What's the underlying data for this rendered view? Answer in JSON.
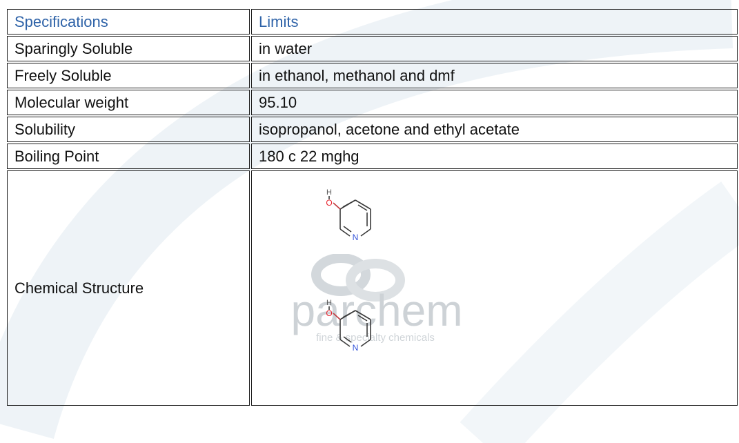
{
  "table": {
    "headers": [
      "Specifications",
      "Limits"
    ],
    "rows": [
      {
        "spec": "Sparingly Soluble",
        "limit": "in water"
      },
      {
        "spec": "Freely Soluble",
        "limit": "in ethanol, methanol and dmf"
      },
      {
        "spec": "Molecular weight",
        "limit": "95.10"
      },
      {
        "spec": "Solubility",
        "limit": "isopropanol, acetone and ethyl acetate"
      },
      {
        "spec": "Boiling Point",
        "limit": "180 c 22 mghg"
      }
    ],
    "structure_label": "Chemical Structure"
  },
  "structure": {
    "atom_oxygen": "O",
    "atom_hydrogen": "H",
    "atom_nitrogen": "N"
  },
  "watermark": {
    "brand": "parchem",
    "tagline": "fine & specialty chemicals"
  },
  "colors": {
    "header_text": "#2f63a8",
    "border": "#1e1e1e",
    "oxygen": "#e8212b",
    "nitrogen": "#2f4fd8",
    "watermark": "#c9ced3"
  }
}
